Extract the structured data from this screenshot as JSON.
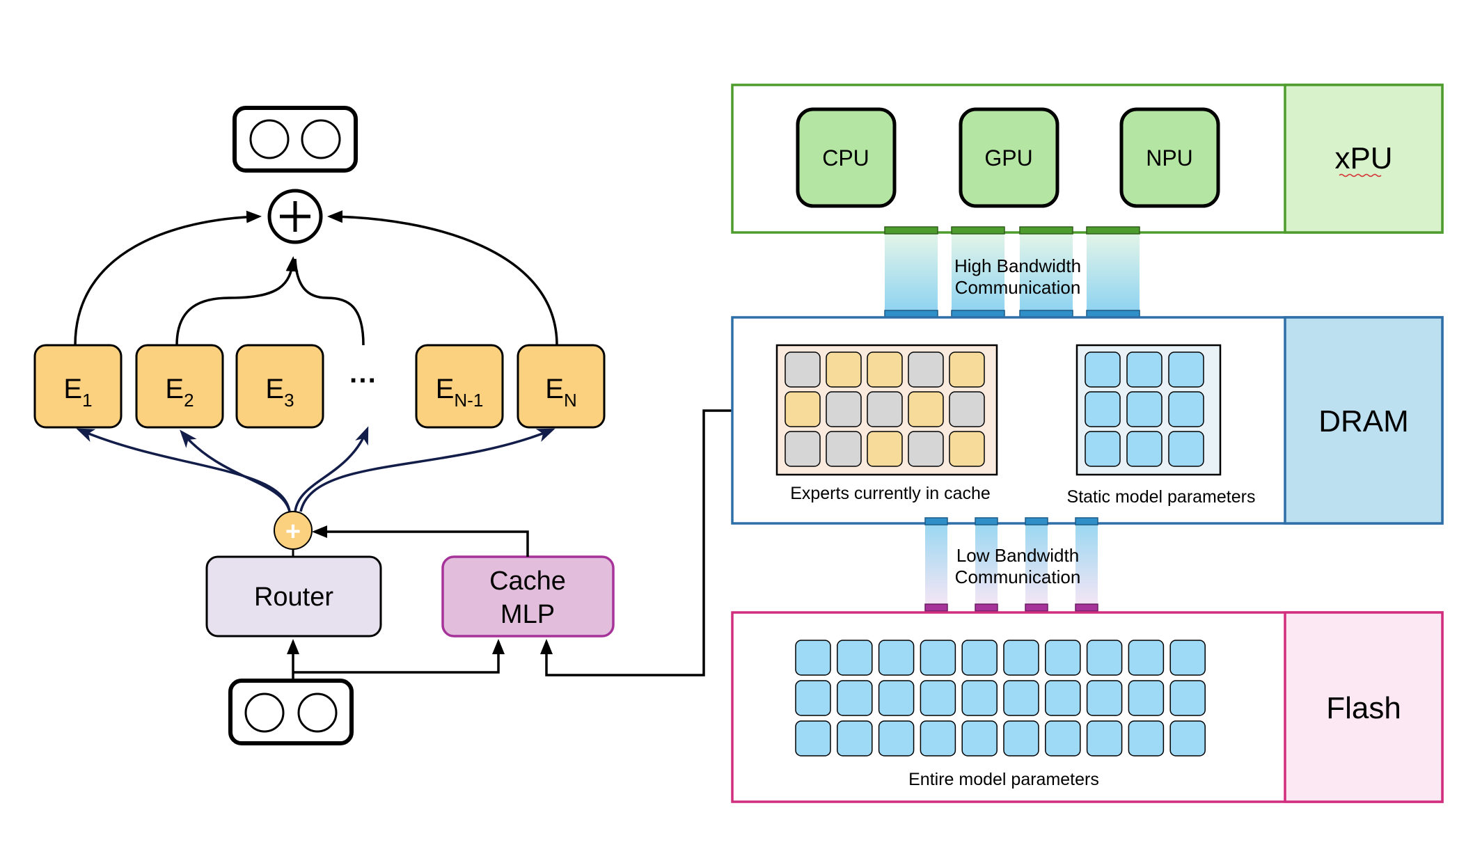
{
  "experts": [
    {
      "base": "E",
      "sub": "1"
    },
    {
      "base": "E",
      "sub": "2"
    },
    {
      "base": "E",
      "sub": "3"
    },
    {
      "base": "E",
      "sub": "N-1"
    },
    {
      "base": "E",
      "sub": "N"
    }
  ],
  "ellipsis": "···",
  "router_label": "Router",
  "cache_mlp_label": [
    "Cache",
    "MLP"
  ],
  "sum_symbol": "+",
  "tiers": {
    "xpu": {
      "label": "xPU",
      "units": [
        "CPU",
        "GPU",
        "NPU"
      ]
    },
    "dram": {
      "label": "DRAM",
      "cache_caption": "Experts currently in cache",
      "static_caption": "Static model parameters"
    },
    "flash": {
      "label": "Flash",
      "caption": "Entire model parameters"
    }
  },
  "links": {
    "high": [
      "High Bandwidth",
      "Communication"
    ],
    "low": [
      "Low Bandwidth",
      "Communication"
    ]
  },
  "cache_grid": [
    [
      "gray",
      "yellow",
      "yellow",
      "gray",
      "yellow"
    ],
    [
      "yellow",
      "gray",
      "gray",
      "yellow",
      "gray"
    ],
    [
      "gray",
      "gray",
      "yellow",
      "gray",
      "yellow"
    ]
  ],
  "static_grid": {
    "rows": 3,
    "cols": 3
  },
  "flash_grid": {
    "rows": 3,
    "cols": 10
  },
  "colors": {
    "expert_fill": "#FBD07E",
    "router_fill": "#E7E0EE",
    "cache_mlp_fill": "#E2BEDC",
    "cache_mlp_stroke": "#A53399",
    "xpu_border": "#4D9C2D",
    "xpu_fill": "#D8F2CC",
    "unit_fill": "#B4E5A2",
    "dram_border": "#2F6FA8",
    "dram_fill": "#BDE0F1",
    "flash_border": "#D12F7D",
    "flash_fill": "#FCE8F2",
    "param_fill": "#9ED9F5",
    "cache_yellow": "#F7DB9A",
    "cache_gray": "#D6D6D6",
    "arrow_navy": "#131D49",
    "link_gradient": "#8FD3F0"
  }
}
